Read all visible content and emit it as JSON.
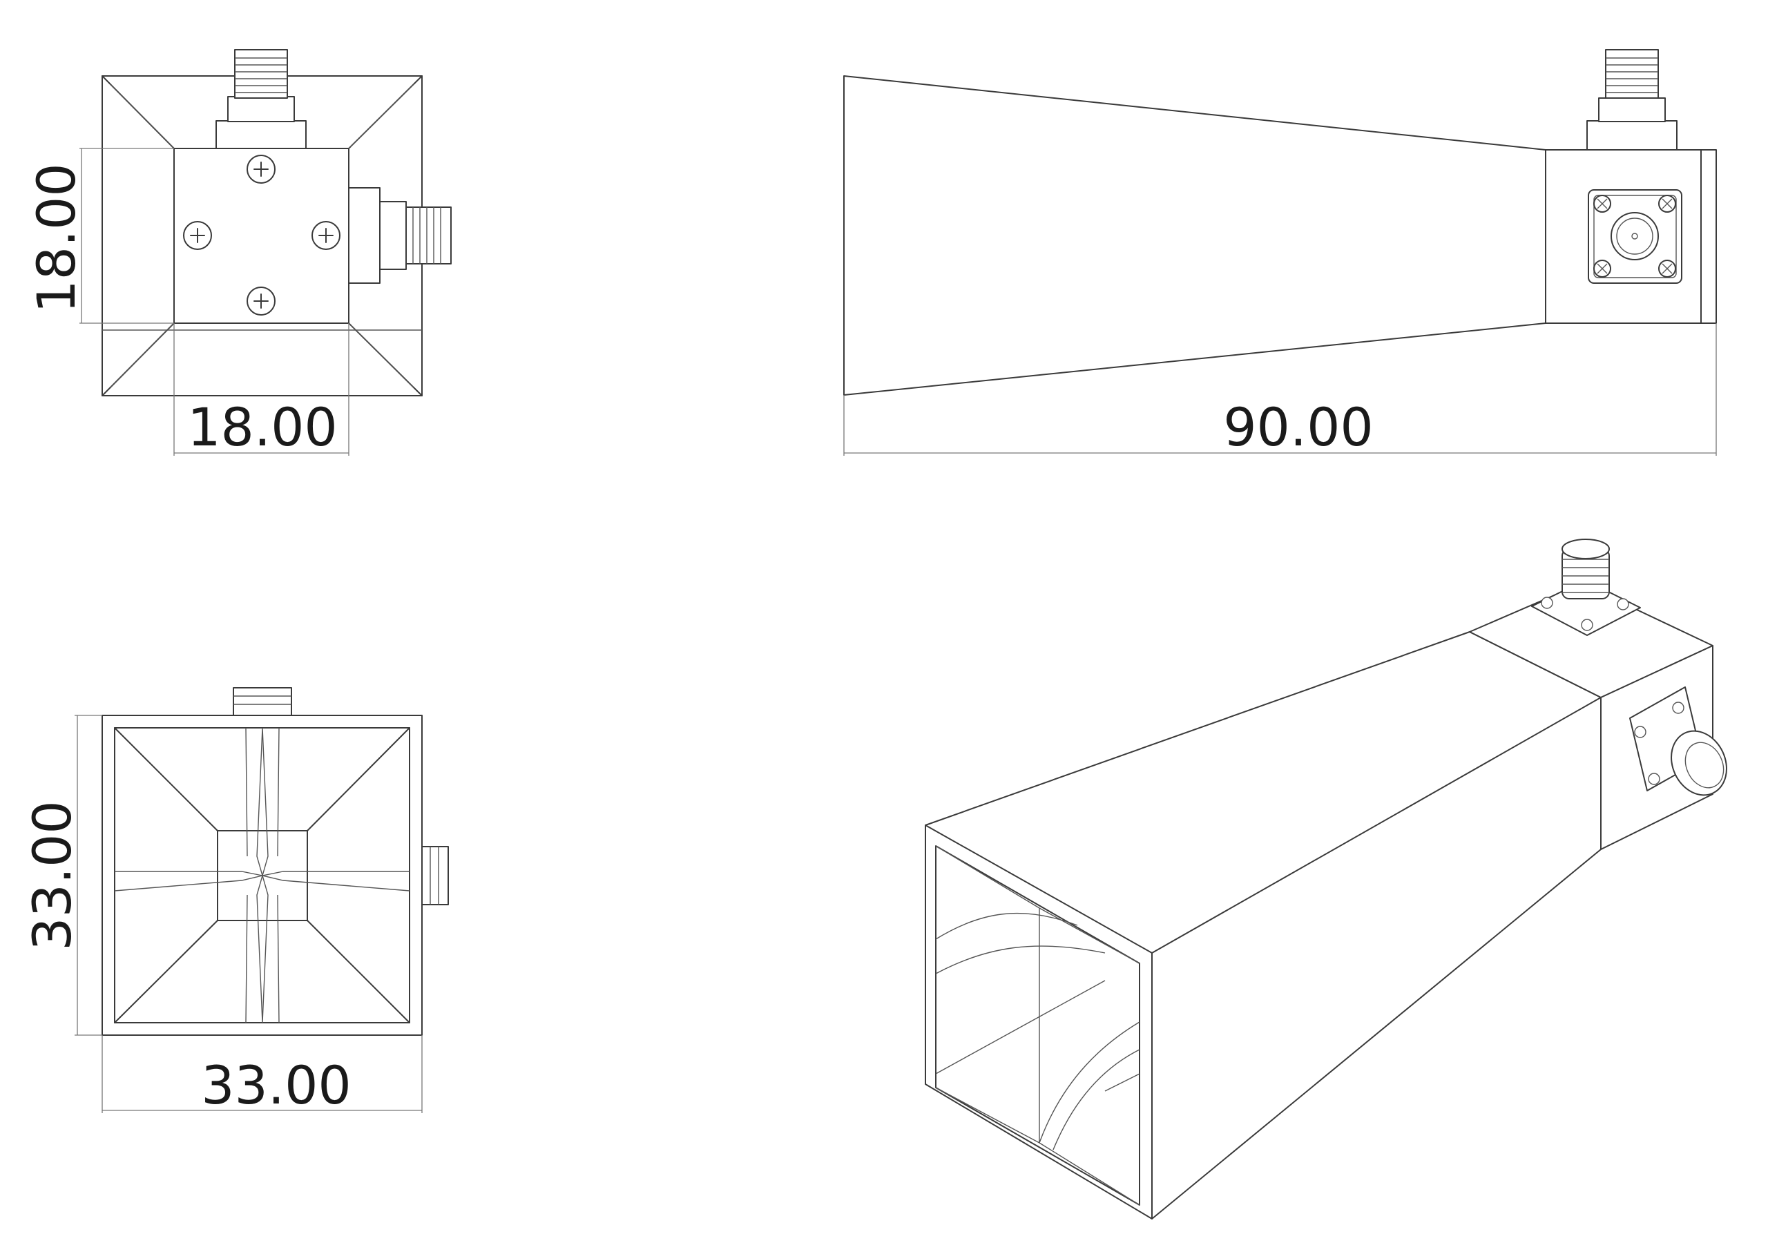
{
  "views": {
    "end_view": {
      "height_label": "18.00",
      "width_label": "18.00"
    },
    "side_view": {
      "length_label": "90.00"
    },
    "front_view": {
      "height_label": "33.00",
      "width_label": "33.00"
    },
    "iso_view": {}
  },
  "colors": {
    "line": "#3a3a3a",
    "dimension": "#777777",
    "text": "#1a1a1a",
    "background": "#ffffff"
  }
}
